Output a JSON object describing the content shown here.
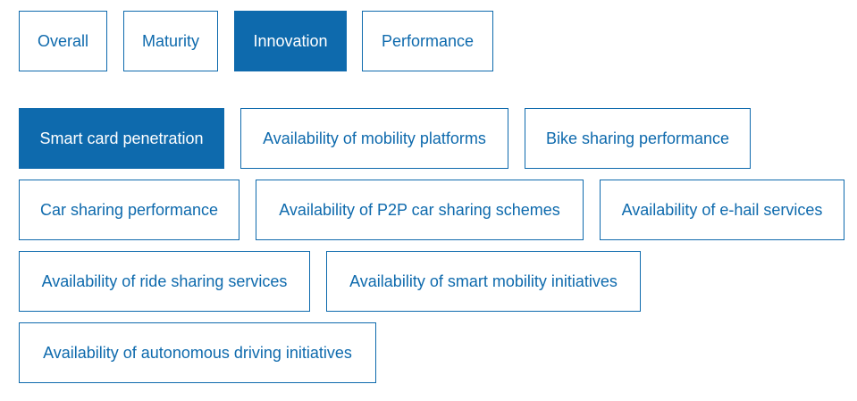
{
  "category_tabs": [
    {
      "label": "Overall",
      "active": false
    },
    {
      "label": "Maturity",
      "active": false
    },
    {
      "label": "Innovation",
      "active": true
    },
    {
      "label": "Performance",
      "active": false
    }
  ],
  "indicators": [
    {
      "label": "Smart card penetration",
      "active": true
    },
    {
      "label": "Availability of mobility platforms",
      "active": false
    },
    {
      "label": "Bike sharing performance",
      "active": false
    },
    {
      "label": "Car sharing performance",
      "active": false
    },
    {
      "label": "Availability of P2P car sharing schemes",
      "active": false
    },
    {
      "label": "Availability of e-hail services",
      "active": false
    },
    {
      "label": "Availability of ride sharing services",
      "active": false
    },
    {
      "label": "Availability of smart mobility initiatives",
      "active": false
    },
    {
      "label": "Availability of autonomous driving initiatives",
      "active": false
    }
  ],
  "colors": {
    "accent": "#0e6aad",
    "background": "#ffffff"
  }
}
